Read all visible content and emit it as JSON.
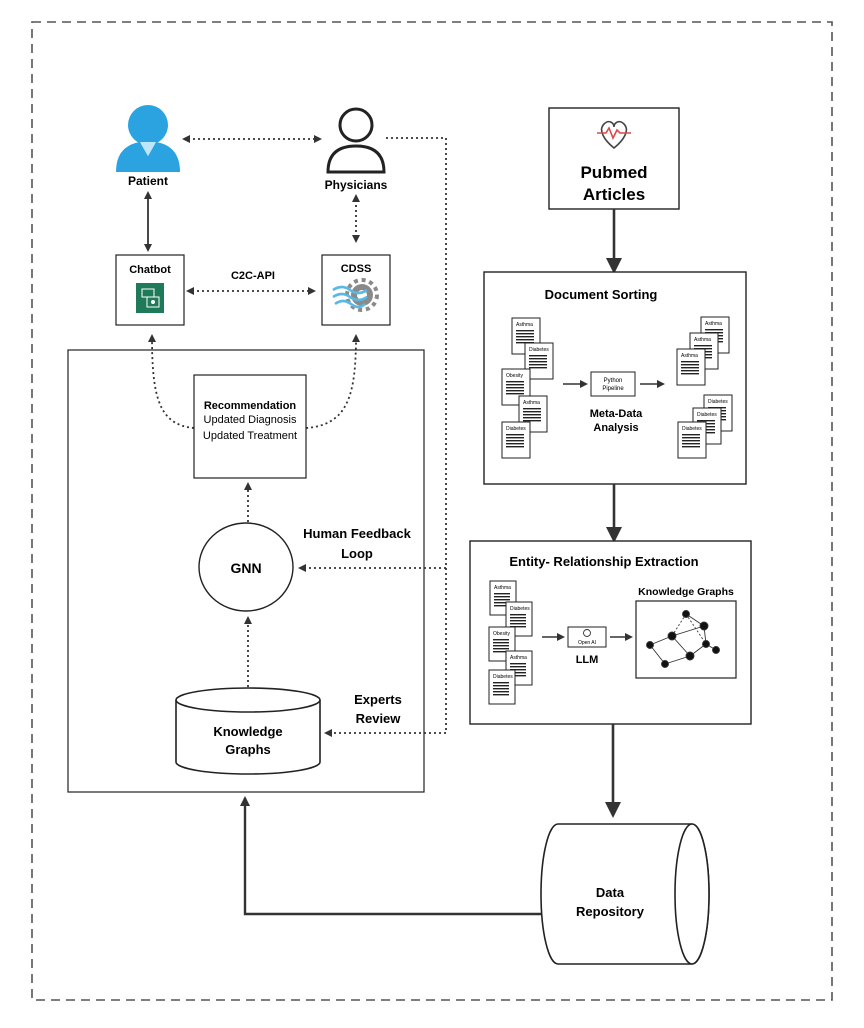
{
  "actors": {
    "patient": "Patient",
    "physicians": "Physicians"
  },
  "left_panel": {
    "chatbot": "Chatbot",
    "cdss": "CDSS",
    "api_label": "C2C-API",
    "recommendation": {
      "title": "Recommendation",
      "line1": "Updated Diagnosis",
      "line2": "Updated Treatment"
    },
    "gnn": "GNN",
    "feedback_line1": "Human Feedback",
    "feedback_line2": "Loop",
    "experts_line1": "Experts",
    "experts_line2": "Review",
    "kg_line1": "Knowledge",
    "kg_line2": "Graphs"
  },
  "pubmed": {
    "line1": "Pubmed",
    "line2": "Articles"
  },
  "document_sorting": {
    "title": "Document Sorting",
    "pipeline_line1": "Python",
    "pipeline_line2": "Pipeline",
    "meta_line1": "Meta-Data",
    "meta_line2": "Analysis",
    "input_docs": [
      "Asthma",
      "Diabetes",
      "Obesity",
      "Asthma",
      "Diabetes"
    ],
    "group1_docs": [
      "Asthma",
      "Asthma",
      "Asthma"
    ],
    "group2_docs": [
      "Diabetes",
      "Diabetes",
      "Diabetes"
    ]
  },
  "extraction": {
    "title": "Entity- Relationship Extraction",
    "llm": "LLM",
    "openai": "Open AI",
    "kg_title": "Knowledge Graphs",
    "input_docs": [
      "Asthma",
      "Diabetes",
      "Obesity",
      "Asthma",
      "Diabetes"
    ]
  },
  "repository": {
    "line1": "Data",
    "line2": "Repository"
  },
  "colors": {
    "patient_blue": "#2aa3e0",
    "chatbot_green": "#1f7a5a",
    "cdss_gray": "#8a8a8a",
    "cdss_wave": "#5ab8e6",
    "heart_red": "#d94a4a",
    "arrow": "#333333"
  }
}
